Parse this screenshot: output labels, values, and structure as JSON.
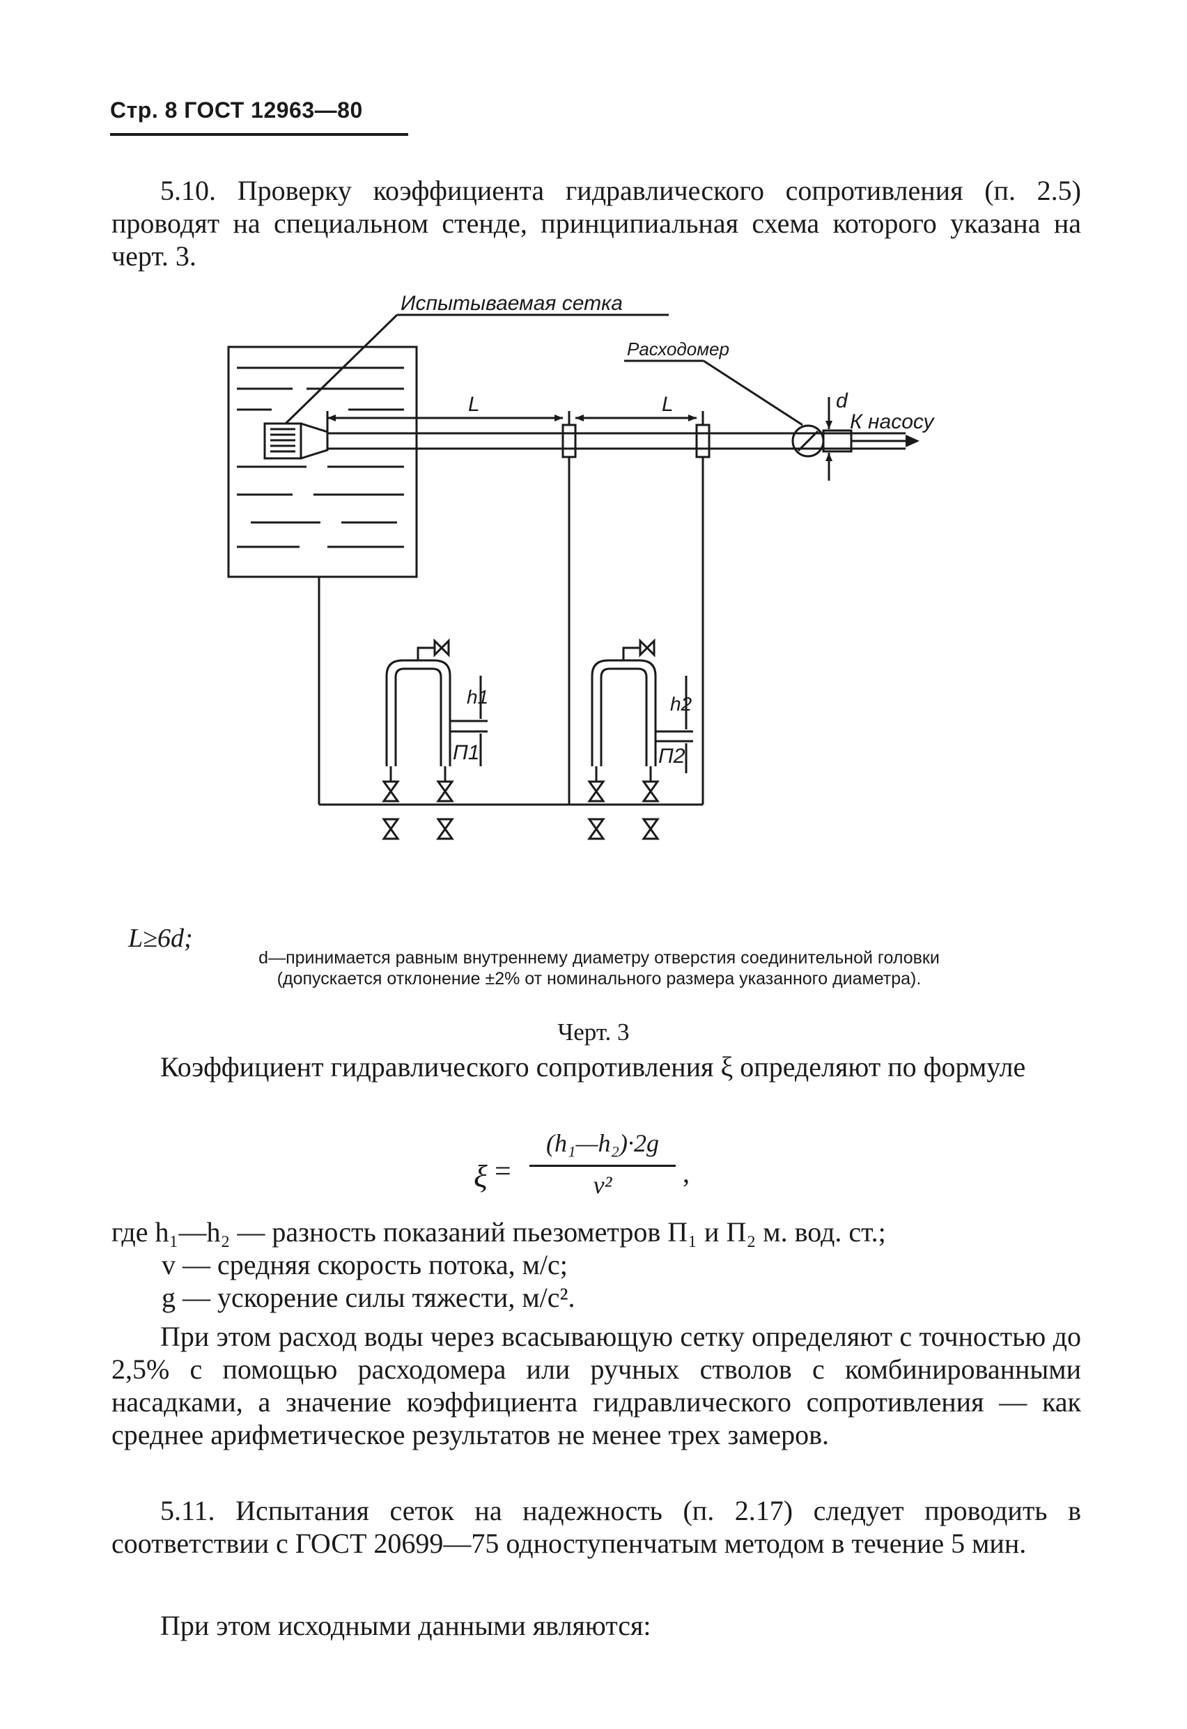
{
  "header": {
    "text": "Стр. 8 ГОСТ 12963—80"
  },
  "para_510": "5.10. Проверку коэффициента гидравлического сопротивления (п. 2.5) проводят на специальном стенде, принципиальная схема которого указана на черт. 3.",
  "figure": {
    "label_test_mesh": "Испытываемая сетка",
    "label_flowmeter": "Расходомер",
    "label_to_pump": "К насосу",
    "label_L1": "L",
    "label_L2": "L",
    "label_d": "d",
    "label_h1": "h1",
    "label_h2": "h2",
    "label_P1": "П1",
    "label_P2": "П2"
  },
  "note": {
    "ld": "L≥6d;",
    "d_text": "d—принимается равным внутреннему диаметру отверстия соединительной головки (допускается отклонение ±2% от номинального размера указанного диаметра)."
  },
  "caption": "Черт. 3",
  "para_coef": "Коэффициент гидравлического сопротивления ξ определяют по формуле",
  "formula": {
    "lhs": "ξ",
    "eq": "=",
    "numerator": "(h₁—h₂)·2g",
    "denominator": "v²",
    "comma": ","
  },
  "where": {
    "line1": "где h₁—h₂ — разность показаний пьезометров П₁ и П₂ м. вод. ст.;",
    "line2": "v — средняя скорость потока, м/с;",
    "line3": "g — ускорение силы тяжести, м/с²."
  },
  "para_flow": "При этом расход воды через всасывающую сетку определяют с точностью до 2,5% с помощью расходомера или ручных стволов с комбинированными насадками, а значение коэффициента гидравлического сопротивления — как среднее арифметическое результатов не менее трех замеров.",
  "para_511": "5.11. Испытания сеток на надежность (п. 2.17) следует проводить в соответствии с ГОСТ 20699—75 одноступенчатым методом в течение 5 мин.",
  "para_initial": "При этом исходными данными являются:"
}
